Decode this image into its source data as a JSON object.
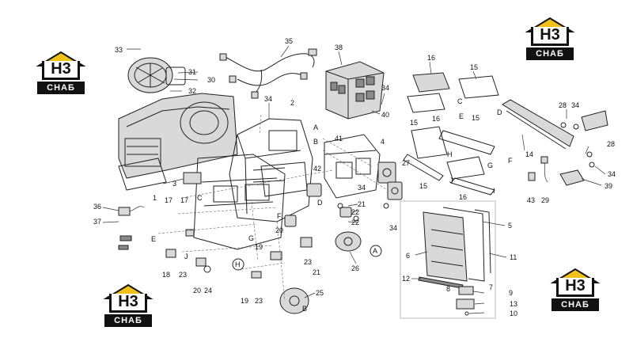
{
  "logo": {
    "mark": "Н3",
    "band": "СНАБ",
    "roof_color": "#f2c21b",
    "ink_color": "#111111"
  },
  "callouts": [
    {
      "id": "33",
      "label": "33"
    },
    {
      "id": "35",
      "label": "35"
    },
    {
      "id": "38",
      "label": "38"
    },
    {
      "id": "16a",
      "label": "16"
    },
    {
      "id": "15a",
      "label": "15"
    },
    {
      "id": "31",
      "label": "31"
    },
    {
      "id": "30",
      "label": "30"
    },
    {
      "id": "32",
      "label": "32"
    },
    {
      "id": "34a",
      "label": "34"
    },
    {
      "id": "2",
      "label": "2"
    },
    {
      "id": "34b",
      "label": "34"
    },
    {
      "id": "40",
      "label": "40"
    },
    {
      "id": "C1",
      "label": "C"
    },
    {
      "id": "D1",
      "label": "D"
    },
    {
      "id": "28a",
      "label": "28"
    },
    {
      "id": "34c",
      "label": "34"
    },
    {
      "id": "15b",
      "label": "15"
    },
    {
      "id": "16b",
      "label": "16"
    },
    {
      "id": "E1",
      "label": "E"
    },
    {
      "id": "15c",
      "label": "15"
    },
    {
      "id": "A1",
      "label": "A"
    },
    {
      "id": "B1",
      "label": "B"
    },
    {
      "id": "41",
      "label": "41"
    },
    {
      "id": "4",
      "label": "4"
    },
    {
      "id": "14",
      "label": "14"
    },
    {
      "id": "28b",
      "label": "28"
    },
    {
      "id": "H1",
      "label": "H"
    },
    {
      "id": "G1",
      "label": "G"
    },
    {
      "id": "F1",
      "label": "F"
    },
    {
      "id": "27",
      "label": "27"
    },
    {
      "id": "42",
      "label": "42"
    },
    {
      "id": "15d",
      "label": "15"
    },
    {
      "id": "J1",
      "label": "J"
    },
    {
      "id": "34d",
      "label": "34"
    },
    {
      "id": "I1",
      "label": "I"
    },
    {
      "id": "43",
      "label": "43"
    },
    {
      "id": "29",
      "label": "29"
    },
    {
      "id": "34e",
      "label": "34"
    },
    {
      "id": "39",
      "label": "39"
    },
    {
      "id": "3",
      "label": "3"
    },
    {
      "id": "C2",
      "label": "C"
    },
    {
      "id": "1",
      "label": "1"
    },
    {
      "id": "16c",
      "label": "16"
    },
    {
      "id": "36",
      "label": "36"
    },
    {
      "id": "17a",
      "label": "17"
    },
    {
      "id": "17b",
      "label": "17"
    },
    {
      "id": "D2",
      "label": "D"
    },
    {
      "id": "21a",
      "label": "21"
    },
    {
      "id": "37",
      "label": "37"
    },
    {
      "id": "F2",
      "label": "F"
    },
    {
      "id": "22a",
      "label": "22"
    },
    {
      "id": "34f",
      "label": "34"
    },
    {
      "id": "5",
      "label": "5"
    },
    {
      "id": "E2",
      "label": "E"
    },
    {
      "id": "20a",
      "label": "20"
    },
    {
      "id": "G2",
      "label": "G"
    },
    {
      "id": "19a",
      "label": "19"
    },
    {
      "id": "22b",
      "label": "22"
    },
    {
      "id": "23a",
      "label": "23"
    },
    {
      "id": "A2",
      "label": "A"
    },
    {
      "id": "6",
      "label": "6"
    },
    {
      "id": "11",
      "label": "11"
    },
    {
      "id": "J2",
      "label": "J"
    },
    {
      "id": "26",
      "label": "26"
    },
    {
      "id": "18",
      "label": "18"
    },
    {
      "id": "23b",
      "label": "23"
    },
    {
      "id": "H2",
      "label": "H"
    },
    {
      "id": "21b",
      "label": "21"
    },
    {
      "id": "12",
      "label": "12"
    },
    {
      "id": "20b",
      "label": "20"
    },
    {
      "id": "24",
      "label": "24"
    },
    {
      "id": "8",
      "label": "8"
    },
    {
      "id": "7",
      "label": "7"
    },
    {
      "id": "9",
      "label": "9"
    },
    {
      "id": "25",
      "label": "25"
    },
    {
      "id": "19b",
      "label": "19"
    },
    {
      "id": "23c",
      "label": "23"
    },
    {
      "id": "13",
      "label": "13"
    },
    {
      "id": "B2",
      "label": "B"
    },
    {
      "id": "10",
      "label": "10"
    }
  ]
}
